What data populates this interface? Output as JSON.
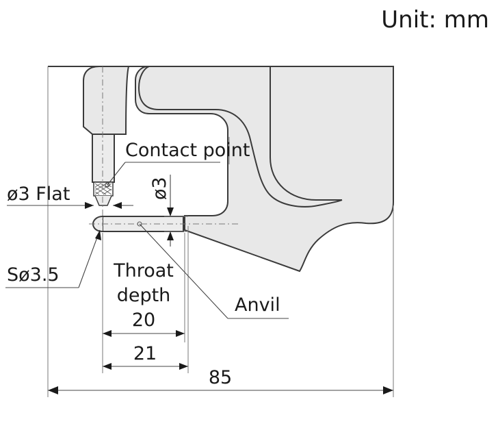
{
  "unit_label": "Unit: mm",
  "labels": {
    "contact_point": "Contact point",
    "flat_dia": "ø3 Flat",
    "anvil_dia": "ø3",
    "sphere_dia": "Sø3.5",
    "throat_line1": "Throat",
    "throat_line2": "depth",
    "throat_value": "20",
    "anvil": "Anvil",
    "dim_21": "21",
    "dim_85": "85"
  },
  "colors": {
    "body_fill": "#e8e8e8",
    "outline": "#3a3a3a",
    "dimension": "#444444"
  }
}
